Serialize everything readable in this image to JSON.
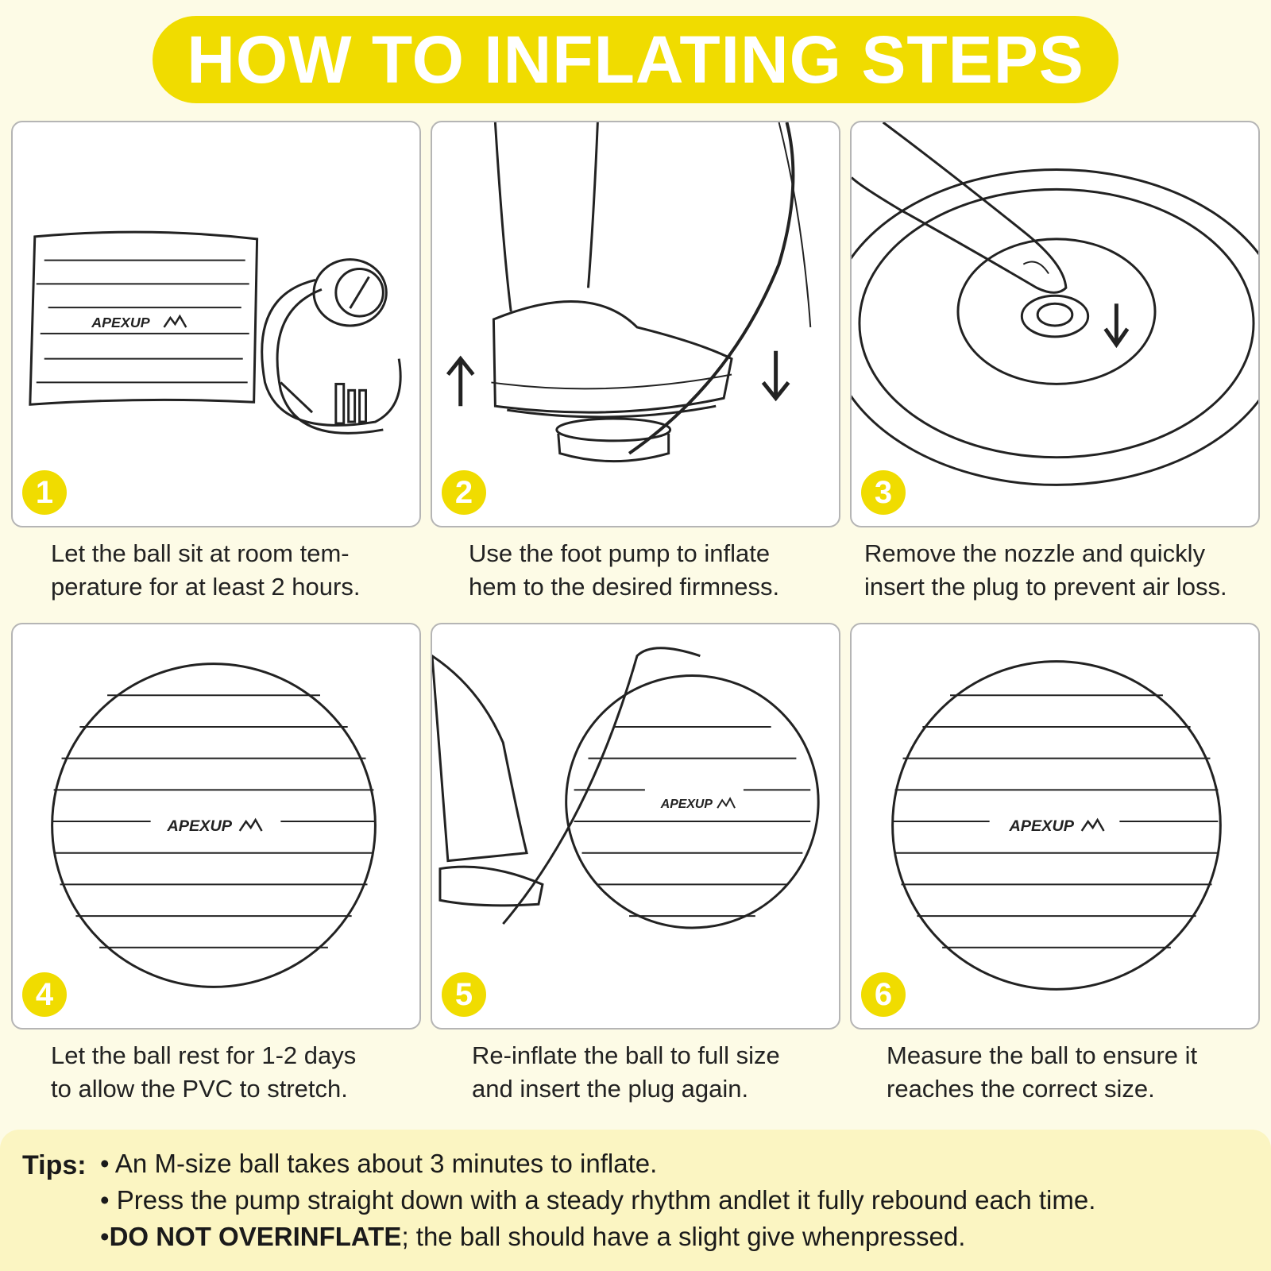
{
  "header": {
    "title": "HOW TO INFLATING STEPS"
  },
  "brand": {
    "logo_text": "APEXUP"
  },
  "steps": [
    {
      "number": "1",
      "line1": "Let the ball sit at room tem-",
      "line2": "perature for at least 2 hours."
    },
    {
      "number": "2",
      "line1": "Use the foot pump to inflate",
      "line2": "hem to the desired firmness."
    },
    {
      "number": "3",
      "line1": "Remove the nozzle and quickly",
      "line2": "insert the plug to prevent air loss."
    },
    {
      "number": "4",
      "line1": "Let the ball rest for 1-2 days",
      "line2": "to allow the PVC to stretch."
    },
    {
      "number": "5",
      "line1": "Re-inflate the ball to full size",
      "line2": "and insert the plug again."
    },
    {
      "number": "6",
      "line1": "Measure the ball to ensure it",
      "line2": "reaches the correct size."
    }
  ],
  "tips": {
    "label": "Tips:",
    "items": [
      {
        "bullet": "•",
        "text": "An M-size ball takes about 3 minutes to inflate."
      },
      {
        "bullet": "•",
        "text": "Press the pump straight down with a steady rhythm andlet it fully rebound each time."
      },
      {
        "bullet": "•",
        "bold": "DO NOT OVERINFLATE",
        "text": "; the ball should have a slight give whenpressed."
      }
    ]
  },
  "colors": {
    "accent": "#f0dc00",
    "background": "#fdfbe6",
    "tips_background": "#fbf5c2"
  }
}
